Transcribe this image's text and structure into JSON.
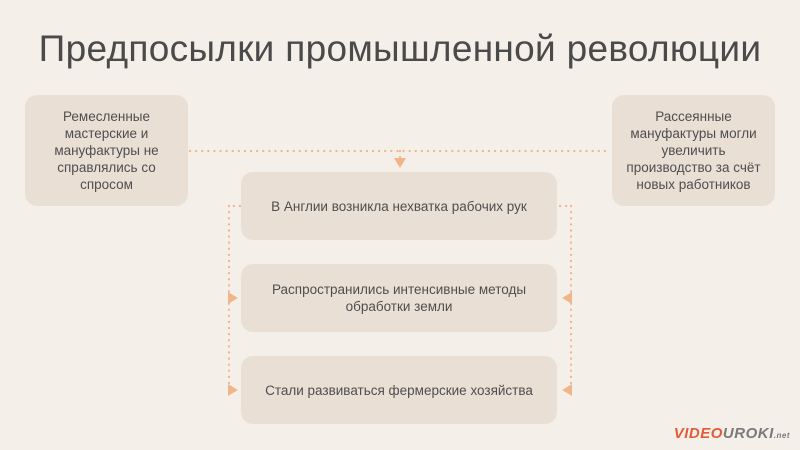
{
  "title": "Предпосылки промышленной революции",
  "boxes": {
    "left": "Ремесленные мастерские и мануфактуры не справлялись со спросом",
    "right": "Рассеянные мануфактуры могли увеличить производство за счёт новых работников",
    "center1": "В Англии возникла нехватка рабочих рук",
    "center2": "Распространились интенсивные методы обработки земли",
    "center3": "Стали развиваться фермерские хозяйства"
  },
  "logo": {
    "vid": "VIDEO",
    "rest": "UROKI",
    "tld": ".net"
  },
  "colors": {
    "background": "#f5efea",
    "box": "#eadfd5",
    "connector": "#f2b48a",
    "logo_accent": "#e25b3a"
  }
}
